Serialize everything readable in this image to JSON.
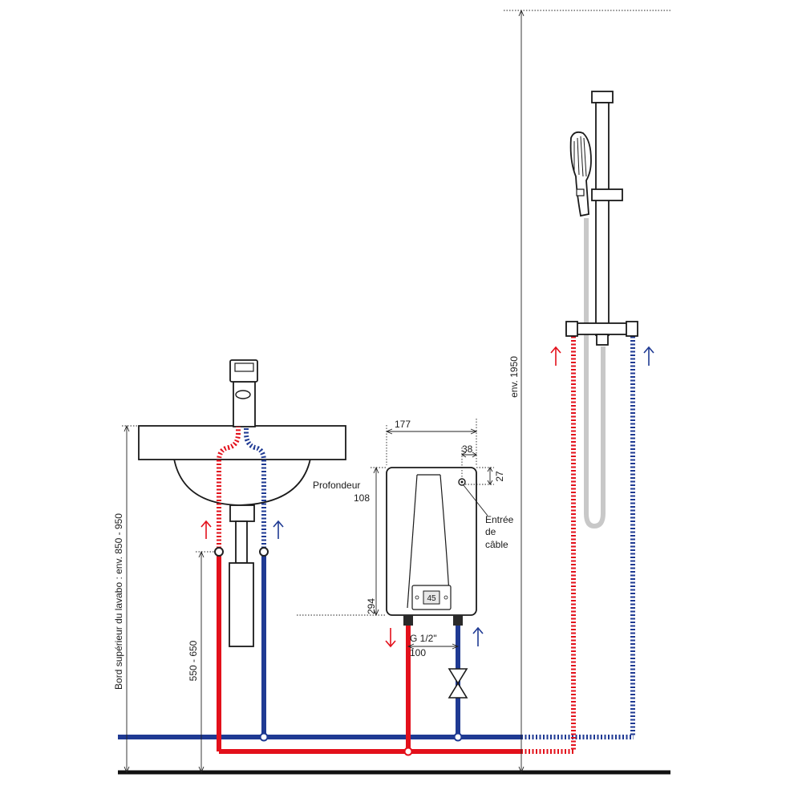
{
  "labels": {
    "basin_height_label": "Bord supérieur du lavabo : env. 850 - 950",
    "supply_height_label": "550 - 650",
    "heater_height": "294",
    "heater_width": "177",
    "cable_offset_x": "38",
    "cable_offset_y": "27",
    "depth_label": "Profondeur",
    "depth_value": "108",
    "cable_entry_line1": "Entrée",
    "cable_entry_line2": "de",
    "cable_entry_line3": "câble",
    "connection_thread": "G 1/2\"",
    "connection_spacing": "100",
    "total_height_label": "env. 1950",
    "display_value": "45"
  },
  "colors": {
    "hot_water": "#e3101b",
    "cold_water": "#1f3a93",
    "outline": "#1a1a1a",
    "hose": "#c8c8c8",
    "floor": "#111111"
  },
  "icons": {
    "hot_arrow": "arrow-up-icon",
    "cold_arrow": "arrow-up-icon",
    "outlet_arrow": "arrow-down-icon",
    "valve": "shutoff-valve-icon"
  }
}
